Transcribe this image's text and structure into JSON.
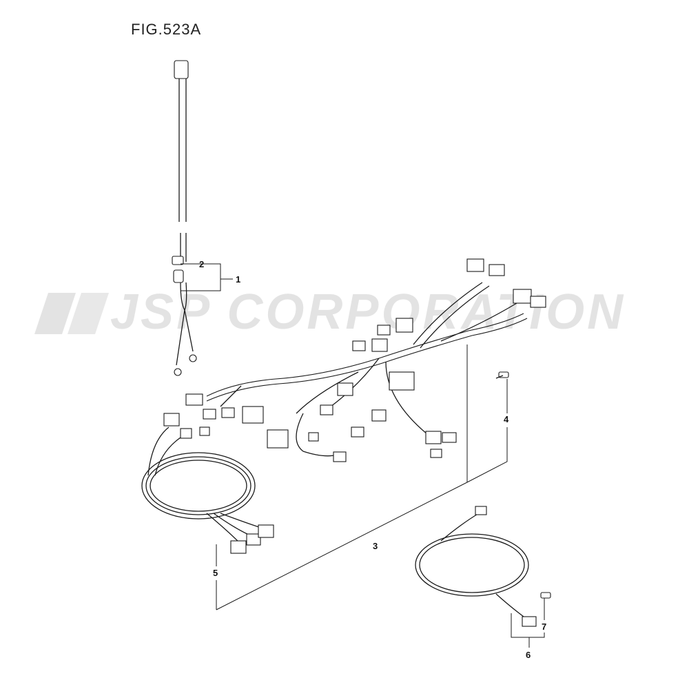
{
  "figure": {
    "title": "FIG.523A"
  },
  "watermark": {
    "text": "JSP CORPORATION"
  },
  "callouts": [
    {
      "id": "1",
      "label": "1"
    },
    {
      "id": "2",
      "label": "2"
    },
    {
      "id": "3",
      "label": "3"
    },
    {
      "id": "4",
      "label": "4"
    },
    {
      "id": "5",
      "label": "5"
    },
    {
      "id": "6",
      "label": "6"
    },
    {
      "id": "7",
      "label": "7"
    }
  ]
}
